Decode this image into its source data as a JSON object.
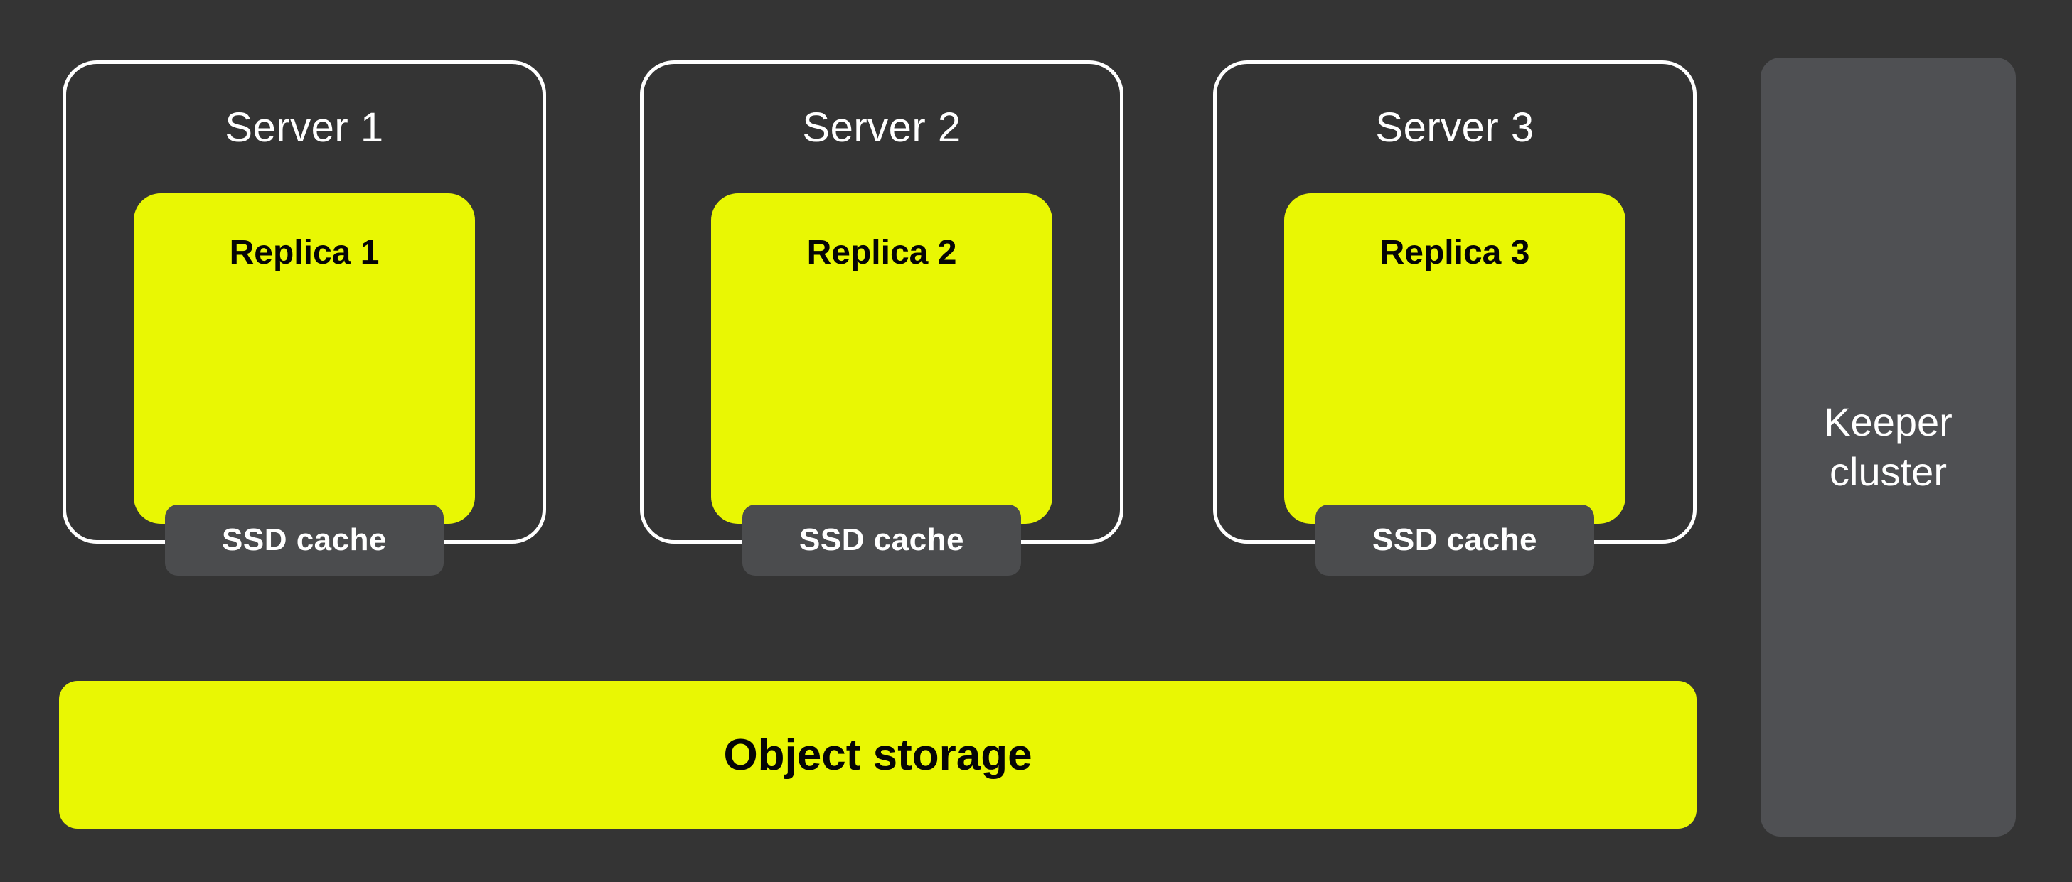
{
  "colors": {
    "background": "#343434",
    "accent_yellow": "#E9F703",
    "cache_gray": "#4B4C4E",
    "keeper_gray": "#4F5053",
    "border_white": "#FFFFFF",
    "text_dark": "#050505",
    "text_light": "#FFFFFF"
  },
  "servers": [
    {
      "label": "Server 1",
      "replica": "Replica 1",
      "cache": "SSD cache"
    },
    {
      "label": "Server 2",
      "replica": "Replica 2",
      "cache": "SSD cache"
    },
    {
      "label": "Server 3",
      "replica": "Replica 3",
      "cache": "SSD cache"
    }
  ],
  "object_storage": {
    "label": "Object storage"
  },
  "keeper": {
    "label": "Keeper cluster"
  }
}
